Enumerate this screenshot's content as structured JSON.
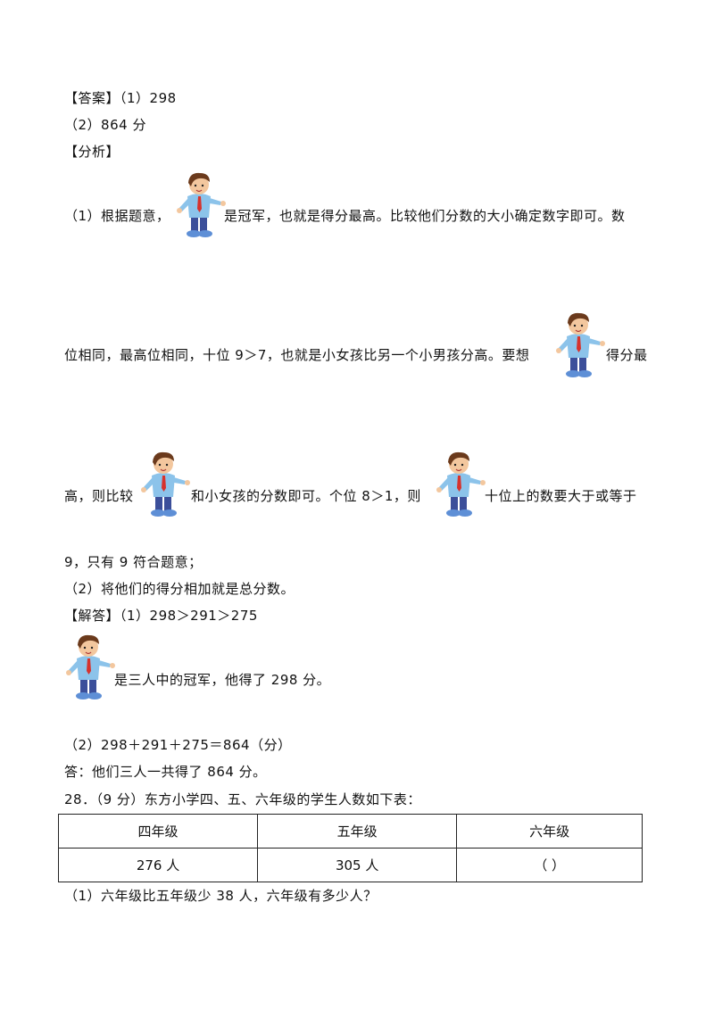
{
  "answer": {
    "label": "【答案】（1）298",
    "part2": "（2）864 分"
  },
  "analysis": {
    "label": "【分析】",
    "line1_a": "（1）根据题意，",
    "line1_b": "是冠军，也就是得分最高。比较他们分数的大小确定数字即可。数",
    "line2_a": "位相同，最高位相同，十位 9＞7，也就是小女孩比另一个小男孩分高。要想",
    "line2_b": "得分最",
    "line3_a": "高，则比较",
    "line3_b": "和小女孩的分数即可。个位 8＞1，则",
    "line3_c": "十位上的数要大于或等于",
    "line4": "9，只有 9 符合题意；",
    "line5": "（2）将他们的得分相加就是总分数。"
  },
  "solution": {
    "label": "【解答】（1）298＞291＞275",
    "line1": "是三人中的冠军，他得了 298 分。",
    "line2": "（2）298＋291＋275＝864（分）",
    "line3": "答：他们三人一共得了 864 分。"
  },
  "q28": {
    "title": "28．（9 分）东方小学四、五、六年级的学生人数如下表：",
    "headers": [
      "四年级",
      "五年级",
      "六年级"
    ],
    "values": [
      "276 人",
      "305 人",
      "（      ）"
    ],
    "sub1": "（1）六年级比五年级少 38 人，六年级有多少人？"
  }
}
